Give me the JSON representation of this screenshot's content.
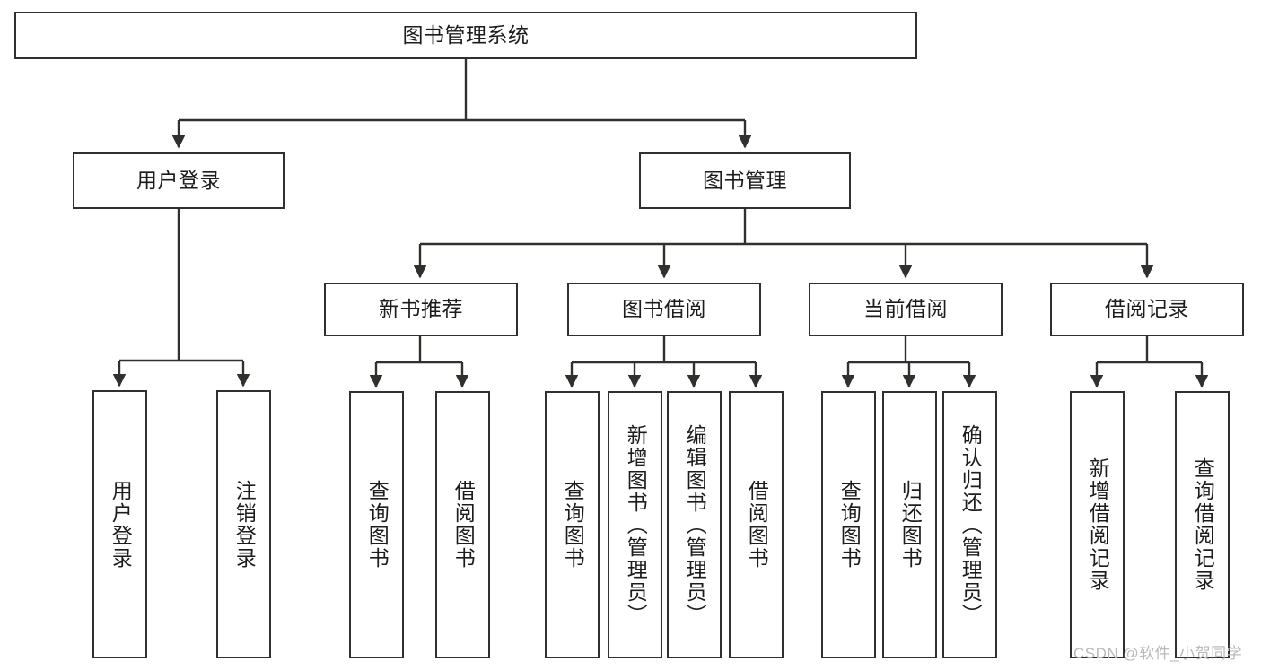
{
  "diagram": {
    "title": "图书管理系统",
    "type": "tree-hierarchy-diagram",
    "colors": {
      "box_border": "#30302f",
      "box_fill": "#ffffff",
      "connector": "#30302f",
      "text": "#1c1c1c",
      "watermark": "#b9b9b9",
      "background": "#ffffff"
    },
    "root": {
      "label": "图书管理系统"
    },
    "level2": [
      {
        "label": "用户登录"
      },
      {
        "label": "图书管理"
      }
    ],
    "level3": [
      {
        "label": "新书推荐"
      },
      {
        "label": "图书借阅"
      },
      {
        "label": "当前借阅"
      },
      {
        "label": "借阅记录"
      }
    ],
    "leaves": {
      "user_login": [
        {
          "label": "用户登录"
        },
        {
          "label": "注销登录"
        }
      ],
      "new_book_recommend": [
        {
          "label": "查询图书"
        },
        {
          "label": "借阅图书"
        }
      ],
      "book_borrow": [
        {
          "label": "查询图书"
        },
        {
          "label": "新增图书（管理员）"
        },
        {
          "label": "编辑图书（管理员）"
        },
        {
          "label": "借阅图书"
        }
      ],
      "current_borrow": [
        {
          "label": "查询图书"
        },
        {
          "label": "归还图书"
        },
        {
          "label": "确认归还（管理员）"
        }
      ],
      "borrow_records": [
        {
          "label": "新增借阅记录"
        },
        {
          "label": "查询借阅记录"
        }
      ]
    },
    "watermark": "CSDN @软件_小贺同学"
  }
}
